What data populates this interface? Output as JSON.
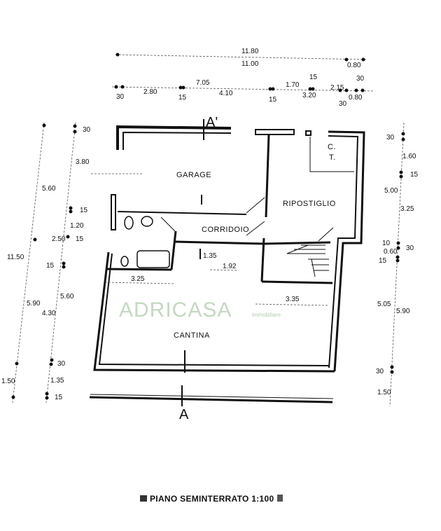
{
  "plan": {
    "title": "PIANO SEMINTERRATO 1:100",
    "rooms": {
      "garage": "GARAGE",
      "ripostiglio": "RIPOSTIGLIO",
      "corridoio": "CORRIDOIO",
      "cantina": "CANTINA",
      "ct_c": "C.",
      "ct_t": "T."
    },
    "section_marks": {
      "top": "A'",
      "bottom": "A"
    },
    "watermark": {
      "brand": "ADRICASA",
      "sub": "immobiliare"
    },
    "interior_dims": [
      "1.35",
      "1.92",
      "3.25",
      "3.35"
    ],
    "top_dims": {
      "overall": "11.80",
      "inner": "11.00",
      "right_080": "0.80",
      "row": [
        "30",
        "2.80",
        "15",
        "7.05",
        "4.10",
        "15",
        "1.70",
        "15",
        "3.20",
        "2.15",
        "30",
        "0.80",
        "30"
      ]
    },
    "left_dims": [
      "30",
      "3.80",
      "5.60",
      "15",
      "1.20",
      "2.50",
      "15",
      "11.50",
      "15",
      "5.60",
      "5.90",
      "4.30",
      "30",
      "1.50",
      "1.35",
      "15"
    ],
    "right_dims": [
      "30",
      "1.60",
      "15",
      "5.00",
      "3.25",
      "10",
      "30",
      "0.60",
      "15",
      "5.05",
      "5.90",
      "30",
      "1.50"
    ]
  }
}
